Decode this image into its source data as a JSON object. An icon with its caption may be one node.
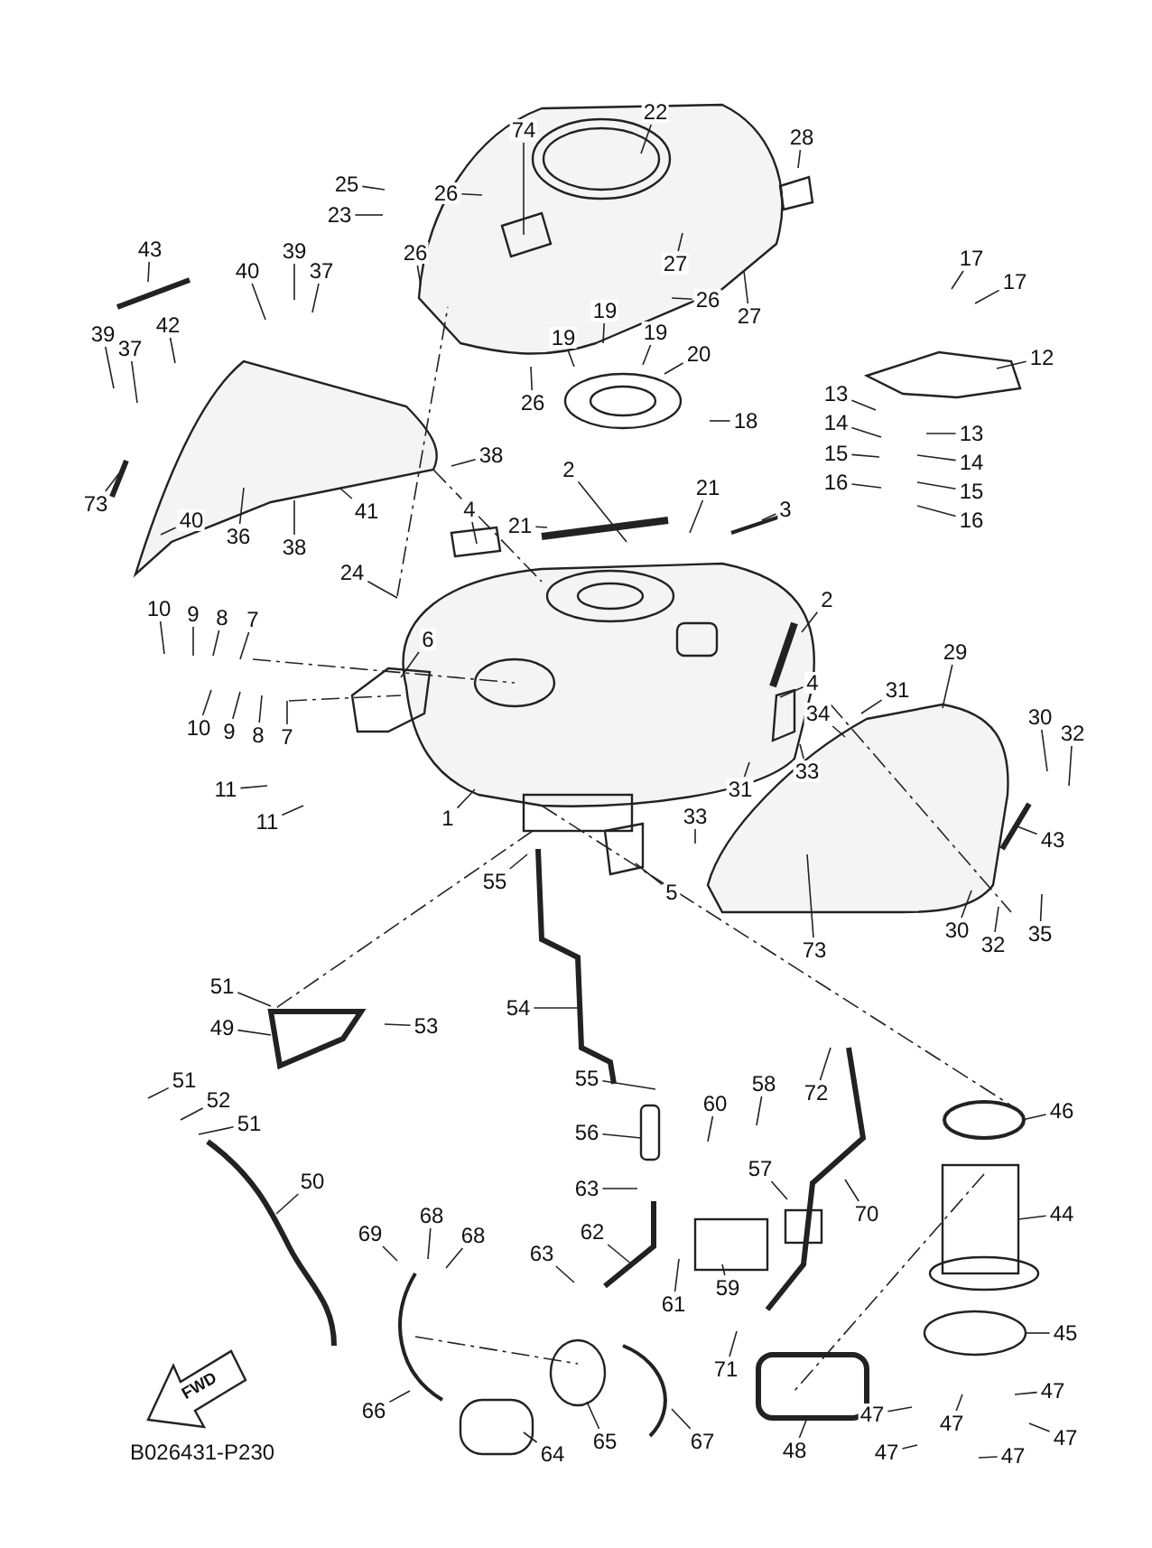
{
  "diagram": {
    "nodes": [
      {
        "text": [
          "22"
        ]
      },
      {
        "text": [
          "28"
        ]
      },
      {
        "text": [
          "74"
        ]
      },
      {
        "text": [
          "25"
        ]
      },
      {
        "text": [
          "26"
        ]
      },
      {
        "text": [
          "23"
        ]
      },
      {
        "text": [
          "26"
        ]
      },
      {
        "text": [
          "43"
        ]
      },
      {
        "text": [
          "39"
        ]
      },
      {
        "text": [
          "17"
        ]
      },
      {
        "text": [
          "27"
        ]
      },
      {
        "text": [
          "40"
        ]
      },
      {
        "text": [
          "37"
        ]
      },
      {
        "text": [
          "17"
        ]
      },
      {
        "text": [
          "26"
        ]
      },
      {
        "text": [
          "19"
        ]
      },
      {
        "text": [
          "27"
        ]
      },
      {
        "text": [
          "42"
        ]
      },
      {
        "text": [
          "39"
        ]
      },
      {
        "text": [
          "19"
        ]
      },
      {
        "text": [
          "19"
        ]
      },
      {
        "text": [
          "37"
        ]
      },
      {
        "text": [
          "20"
        ]
      },
      {
        "text": [
          "12"
        ]
      },
      {
        "text": [
          "13"
        ]
      },
      {
        "text": [
          "26"
        ]
      },
      {
        "text": [
          "18"
        ]
      },
      {
        "text": [
          "14"
        ]
      },
      {
        "text": [
          "13"
        ]
      },
      {
        "text": [
          "15"
        ]
      },
      {
        "text": [
          "38"
        ]
      },
      {
        "text": [
          "14"
        ]
      },
      {
        "text": [
          "2"
        ]
      },
      {
        "text": [
          "16"
        ]
      },
      {
        "text": [
          "21"
        ]
      },
      {
        "text": [
          "15"
        ]
      },
      {
        "text": [
          "73"
        ]
      },
      {
        "text": [
          "41"
        ]
      },
      {
        "text": [
          "3"
        ]
      },
      {
        "text": [
          "4"
        ]
      },
      {
        "text": [
          "40"
        ]
      },
      {
        "text": [
          "16"
        ]
      },
      {
        "text": [
          "21"
        ]
      },
      {
        "text": [
          "36"
        ]
      },
      {
        "text": [
          "38"
        ]
      },
      {
        "text": [
          "24"
        ]
      },
      {
        "text": [
          "2"
        ]
      },
      {
        "text": [
          "10"
        ]
      },
      {
        "text": [
          "9"
        ]
      },
      {
        "text": [
          "8"
        ]
      },
      {
        "text": [
          "7"
        ]
      },
      {
        "text": [
          "6"
        ]
      },
      {
        "text": [
          "29"
        ]
      },
      {
        "text": [
          "4"
        ]
      },
      {
        "text": [
          "31"
        ]
      },
      {
        "text": [
          "34"
        ]
      },
      {
        "text": [
          "30"
        ]
      },
      {
        "text": [
          "10"
        ]
      },
      {
        "text": [
          "9"
        ]
      },
      {
        "text": [
          "8"
        ]
      },
      {
        "text": [
          "32"
        ]
      },
      {
        "text": [
          "7"
        ]
      },
      {
        "text": [
          "33"
        ]
      },
      {
        "text": [
          "11"
        ]
      },
      {
        "text": [
          "31"
        ]
      },
      {
        "text": [
          "1"
        ]
      },
      {
        "text": [
          "11"
        ]
      },
      {
        "text": [
          "33"
        ]
      },
      {
        "text": [
          "43"
        ]
      },
      {
        "text": [
          "55"
        ]
      },
      {
        "text": [
          "5"
        ]
      },
      {
        "text": [
          "30"
        ]
      },
      {
        "text": [
          "35"
        ]
      },
      {
        "text": [
          "32"
        ]
      },
      {
        "text": [
          "73"
        ]
      },
      {
        "text": [
          "51"
        ]
      },
      {
        "text": [
          "54"
        ]
      },
      {
        "text": [
          "53"
        ]
      },
      {
        "text": [
          "49"
        ]
      },
      {
        "text": [
          "51"
        ]
      },
      {
        "text": [
          "55"
        ]
      },
      {
        "text": [
          "58"
        ]
      },
      {
        "text": [
          "72"
        ]
      },
      {
        "text": [
          "52"
        ]
      },
      {
        "text": [
          "60"
        ]
      },
      {
        "text": [
          "46"
        ]
      },
      {
        "text": [
          "51"
        ]
      },
      {
        "text": [
          "56"
        ]
      },
      {
        "text": [
          "50"
        ]
      },
      {
        "text": [
          "57"
        ]
      },
      {
        "text": [
          "63"
        ]
      },
      {
        "text": [
          "70"
        ]
      },
      {
        "text": [
          "44"
        ]
      },
      {
        "text": [
          "68"
        ]
      },
      {
        "text": [
          "62"
        ]
      },
      {
        "text": [
          "69"
        ]
      },
      {
        "text": [
          "68"
        ]
      },
      {
        "text": [
          "63"
        ]
      },
      {
        "text": [
          "59"
        ]
      },
      {
        "text": [
          "61"
        ]
      },
      {
        "text": [
          "45"
        ]
      },
      {
        "text": [
          "71"
        ]
      },
      {
        "text": [
          "47"
        ]
      },
      {
        "text": [
          "66"
        ]
      },
      {
        "text": [
          "47"
        ]
      },
      {
        "text": [
          "47"
        ]
      },
      {
        "text": [
          "47"
        ]
      },
      {
        "text": [
          "65"
        ]
      },
      {
        "text": [
          "67"
        ]
      },
      {
        "text": [
          "48"
        ]
      },
      {
        "text": [
          "47"
        ]
      },
      {
        "text": [
          "47"
        ]
      },
      {
        "text": [
          "64"
        ]
      }
    ],
    "edges": [
      {
        "from": 0,
        "to": null,
        "arrow": "none"
      },
      {
        "from": 1,
        "to": null,
        "arrow": "none"
      },
      {
        "from": 2,
        "to": null,
        "arrow": "none"
      },
      {
        "from": 3,
        "to": null,
        "arrow": "none"
      },
      {
        "from": 4,
        "to": null,
        "arrow": "none"
      },
      {
        "from": 5,
        "to": null,
        "arrow": "none"
      },
      {
        "from": 6,
        "to": null,
        "arrow": "none"
      },
      {
        "from": 7,
        "to": null,
        "arrow": "none"
      },
      {
        "from": 8,
        "to": null,
        "arrow": "none"
      },
      {
        "from": 9,
        "to": null,
        "arrow": "none"
      },
      {
        "from": 10,
        "to": null,
        "arrow": "none"
      },
      {
        "from": 11,
        "to": null,
        "arrow": "none"
      },
      {
        "from": 12,
        "to": null,
        "arrow": "none"
      },
      {
        "from": 13,
        "to": null,
        "arrow": "none"
      },
      {
        "from": 14,
        "to": null,
        "arrow": "none"
      },
      {
        "from": 15,
        "to": null,
        "arrow": "none"
      },
      {
        "from": 16,
        "to": null,
        "arrow": "none"
      },
      {
        "from": 17,
        "to": null,
        "arrow": "none"
      },
      {
        "from": 18,
        "to": null,
        "arrow": "none"
      },
      {
        "from": 19,
        "to": null,
        "arrow": "none"
      },
      {
        "from": 20,
        "to": null,
        "arrow": "none"
      },
      {
        "from": 21,
        "to": null,
        "arrow": "none"
      },
      {
        "from": 22,
        "to": null,
        "arrow": "none"
      },
      {
        "from": 23,
        "to": null,
        "arrow": "none"
      },
      {
        "from": 24,
        "to": null,
        "arrow": "none"
      },
      {
        "from": 25,
        "to": null,
        "arrow": "none"
      },
      {
        "from": 26,
        "to": null,
        "arrow": "none"
      },
      {
        "from": 27,
        "to": null,
        "arrow": "none"
      },
      {
        "from": 28,
        "to": null,
        "arrow": "none"
      },
      {
        "from": 29,
        "to": null,
        "arrow": "none"
      },
      {
        "from": 30,
        "to": null,
        "arrow": "none"
      },
      {
        "from": 31,
        "to": null,
        "arrow": "none"
      },
      {
        "from": 32,
        "to": null,
        "arrow": "none"
      },
      {
        "from": 33,
        "to": null,
        "arrow": "none"
      },
      {
        "from": 34,
        "to": null,
        "arrow": "none"
      },
      {
        "from": 35,
        "to": null,
        "arrow": "none"
      },
      {
        "from": 36,
        "to": null,
        "arrow": "none"
      },
      {
        "from": 37,
        "to": null,
        "arrow": "none"
      },
      {
        "from": 38,
        "to": null,
        "arrow": "none"
      },
      {
        "from": 39,
        "to": null,
        "arrow": "none"
      },
      {
        "from": 40,
        "to": null,
        "arrow": "none"
      },
      {
        "from": 41,
        "to": null,
        "arrow": "none"
      },
      {
        "from": 42,
        "to": null,
        "arrow": "none"
      },
      {
        "from": 43,
        "to": null,
        "arrow": "none"
      },
      {
        "from": 44,
        "to": null,
        "arrow": "none"
      },
      {
        "from": 45,
        "to": null,
        "arrow": "none"
      },
      {
        "from": 46,
        "to": null,
        "arrow": "none"
      },
      {
        "from": 47,
        "to": null,
        "arrow": "none"
      },
      {
        "from": 48,
        "to": null,
        "arrow": "none"
      },
      {
        "from": 49,
        "to": null,
        "arrow": "none"
      },
      {
        "from": 50,
        "to": null,
        "arrow": "none"
      },
      {
        "from": 51,
        "to": null,
        "arrow": "none"
      },
      {
        "from": 52,
        "to": null,
        "arrow": "none"
      },
      {
        "from": 53,
        "to": null,
        "arrow": "none"
      },
      {
        "from": 54,
        "to": null,
        "arrow": "none"
      },
      {
        "from": 55,
        "to": null,
        "arrow": "none"
      },
      {
        "from": 56,
        "to": null,
        "arrow": "none"
      },
      {
        "from": 57,
        "to": null,
        "arrow": "none"
      },
      {
        "from": 58,
        "to": null,
        "arrow": "none"
      },
      {
        "from": 59,
        "to": null,
        "arrow": "none"
      },
      {
        "from": 60,
        "to": null,
        "arrow": "none"
      },
      {
        "from": 61,
        "to": null,
        "arrow": "none"
      },
      {
        "from": 62,
        "to": null,
        "arrow": "none"
      },
      {
        "from": 63,
        "to": null,
        "arrow": "none"
      },
      {
        "from": 64,
        "to": null,
        "arrow": "none"
      },
      {
        "from": 65,
        "to": null,
        "arrow": "none"
      },
      {
        "from": 66,
        "to": null,
        "arrow": "none"
      },
      {
        "from": 67,
        "to": null,
        "arrow": "none"
      },
      {
        "from": 68,
        "to": null,
        "arrow": "none"
      },
      {
        "from": 69,
        "to": null,
        "arrow": "none"
      },
      {
        "from": 70,
        "to": null,
        "arrow": "none"
      },
      {
        "from": 71,
        "to": null,
        "arrow": "none"
      },
      {
        "from": 72,
        "to": null,
        "arrow": "none"
      },
      {
        "from": 73,
        "to": null,
        "arrow": "none"
      },
      {
        "from": 74,
        "to": null,
        "arrow": "none"
      },
      {
        "from": 75,
        "to": null,
        "arrow": "none"
      },
      {
        "from": 76,
        "to": null,
        "arrow": "none"
      },
      {
        "from": 77,
        "to": null,
        "arrow": "none"
      },
      {
        "from": 78,
        "to": null,
        "arrow": "none"
      },
      {
        "from": 79,
        "to": null,
        "arrow": "none"
      },
      {
        "from": 80,
        "to": null,
        "arrow": "none"
      },
      {
        "from": 81,
        "to": null,
        "arrow": "none"
      },
      {
        "from": 82,
        "to": null,
        "arrow": "none"
      },
      {
        "from": 83,
        "to": null,
        "arrow": "none"
      },
      {
        "from": 84,
        "to": null,
        "arrow": "none"
      },
      {
        "from": 85,
        "to": null,
        "arrow": "none"
      },
      {
        "from": 86,
        "to": null,
        "arrow": "none"
      },
      {
        "from": 87,
        "to": null,
        "arrow": "none"
      },
      {
        "from": 88,
        "to": null,
        "arrow": "none"
      },
      {
        "from": 89,
        "to": null,
        "arrow": "none"
      },
      {
        "from": 90,
        "to": null,
        "arrow": "none"
      },
      {
        "from": 91,
        "to": null,
        "arrow": "none"
      },
      {
        "from": 92,
        "to": null,
        "arrow": "none"
      },
      {
        "from": 93,
        "to": null,
        "arrow": "none"
      },
      {
        "from": 94,
        "to": null,
        "arrow": "none"
      },
      {
        "from": 95,
        "to": null,
        "arrow": "none"
      },
      {
        "from": 96,
        "to": null,
        "arrow": "none"
      },
      {
        "from": 97,
        "to": null,
        "arrow": "none"
      },
      {
        "from": 98,
        "to": null,
        "arrow": "none"
      },
      {
        "from": 99,
        "to": null,
        "arrow": "none"
      },
      {
        "from": 100,
        "to": null,
        "arrow": "none"
      },
      {
        "from": 101,
        "to": null,
        "arrow": "none"
      },
      {
        "from": 102,
        "to": null,
        "arrow": "none"
      },
      {
        "from": 103,
        "to": null,
        "arrow": "none"
      },
      {
        "from": 104,
        "to": null,
        "arrow": "none"
      },
      {
        "from": 105,
        "to": null,
        "arrow": "none"
      },
      {
        "from": 106,
        "to": null,
        "arrow": "none"
      },
      {
        "from": 107,
        "to": null,
        "arrow": "none"
      },
      {
        "from": 108,
        "to": null,
        "arrow": "none"
      },
      {
        "from": 109,
        "to": null,
        "arrow": "none"
      },
      {
        "from": 110,
        "to": null,
        "arrow": "none"
      },
      {
        "from": 111,
        "to": null,
        "arrow": "none"
      },
      {
        "from": 112,
        "to": null,
        "arrow": "none"
      }
    ],
    "labels": [
      "FWD",
      "B026431-P230"
    ]
  }
}
